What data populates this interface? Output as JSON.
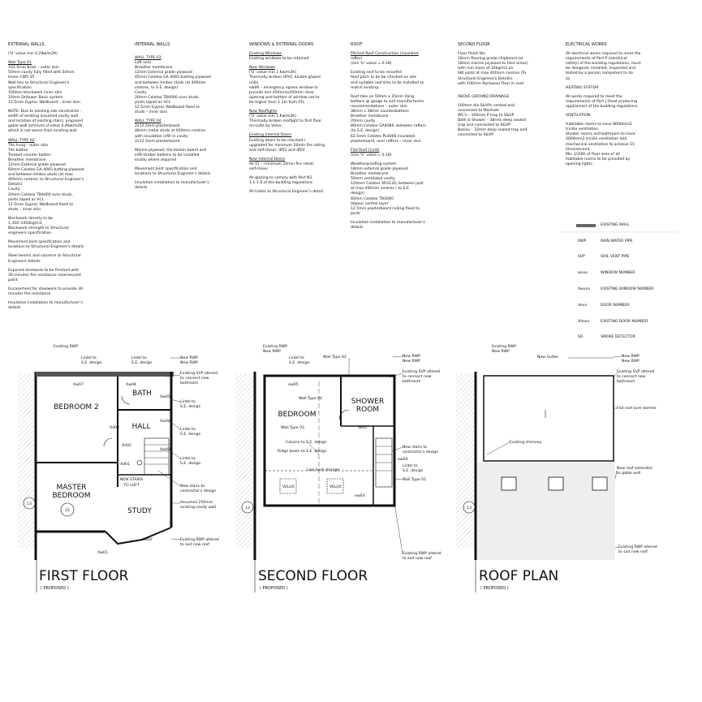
{
  "notes": {
    "external_walls": {
      "heading": "EXTERNAL WALLS",
      "subheading": "('U' value min 0.28w/m2K)",
      "wt01_title": "Wall Type 01",
      "wt01_lines": [
        "102.5mm brick – outer skin",
        "50mm cavity fully filled with 50mm",
        "Iniver CW5 35",
        "Wall ties to Structural Engineer's",
        "specification",
        "100mm blockwork inner skin",
        "10mm Dritywer Basic system",
        "12.5mm Gyproc Wallboard – inner skin"
      ],
      "note_lines": [
        "NOTE: Due to existing site constraints –",
        "width of existing assumed cavity wall",
        "and location of existing stairs, proposed",
        "gable wall achieves U-value 0.46w/m2K,",
        "which is not worse than existing wall"
      ],
      "wt02_title": "WALL TYPE 02",
      "wt02_lines": [
        "Tile hung – outer skin",
        "Tile batten",
        "Treated counter batten",
        "Breather membrane",
        "12mm External grade plywood",
        "60mm Celotex GA 4065 butting plywood",
        "and between timber studs (at max",
        "400mm centres, to Structural Engineer's",
        "Details)",
        "Cavity",
        "20mm Celotex TB4000 over studs,",
        "joints taped as VCL",
        "12.5mm Gyproc Wallboard fixed to",
        "studs – inner skin"
      ],
      "blockwork_lines": [
        "Blockwork density to be",
        "1,350–1450kg/m3",
        "Blockwork strength to Structural",
        "engineers specification."
      ],
      "movement_lines": [
        "Movement Joint specification and",
        "locations to Structural Engineer's details"
      ],
      "steel_lines": [
        "Steel beams and columns to Structural",
        "Engineers details"
      ],
      "exposed_lines": [
        "Exposed steelwork to be finished with",
        "30 minutes fire resistance intumescent",
        "paint"
      ],
      "encasement_lines": [
        "Encasement for steelwork to provide 30",
        "minutes fire resistance"
      ],
      "insulation_lines": [
        "Insulation installation to manufacturer's",
        "details"
      ]
    },
    "internal_walls": {
      "heading": "INTERNAL WALLS",
      "wt03_title": "WALL TYPE 03",
      "wt03_lines": [
        "Loft void",
        "Breather membrane",
        "12mm External grade plywood",
        "45mm Celotex GA 4065 butting plywood",
        "and between timber studs (at 400mm",
        "centres, to S.E. design)",
        "Cavity",
        "20mm Celotex TB4000 over studs,",
        "joints taped as VCL",
        "12.5mm Gyproc Wallboard fixed to",
        "studs – inner skin"
      ],
      "wt04_title": "WALL TYPE 04",
      "wt04_lines": [
        "2x12.5mm plasterboard",
        "48mm metal studs at 600mm centres",
        "with insulation infill in cavity",
        "2x12.5mm plasterboard"
      ],
      "marine_lines": [
        "Marine plywood, tile backer board and",
        "infill timber battens to be installed",
        "locally where required"
      ],
      "movement_lines": [
        "Movement Joint specification and",
        "locations to Structural Engineer's details"
      ],
      "insulation_lines": [
        "Insulation installation to manufacturer's",
        "details"
      ]
    },
    "windows": {
      "heading": "WINDOWS & EXTERNAL DOORS",
      "existing_title": "Existing Windows",
      "existing_lines": [
        "Existing windows to be retained"
      ],
      "new_title": "New Windows",
      "new_lines": [
        "('U' value min 1.6w/m2K)",
        "Thermally broken UPVC double glazed",
        "units",
        "ew06 – emergency egress window to",
        "provide min.450mmx450mm clear",
        "opening and bottom of window not to",
        "be higher than 1.1m from FFL"
      ],
      "roof_title": "New Rooflights",
      "roof_lines": [
        "('U' value min 1.6w/m2K)",
        "Thermally broken rooflight to first floor",
        "en-suite by Velux"
      ],
      "int_title": "Existing Internal Doors",
      "int_lines": [
        "Existing doors to be checked /",
        "upgraded for minimum 20min fire rating",
        "and self-closer: df01 and df03"
      ],
      "newdoor_title": "New Internal Doors",
      "newdoor_lines": [
        "dx 01 – minimum 20min fire rated,",
        "self-closer"
      ],
      "glazing_lines": [
        "All glazing to comply with Part N1",
        "1.1-1.6 of the building regulations"
      ],
      "lintels_lines": [
        "All lintels to Structural Engineer's detail"
      ]
    },
    "roof": {
      "heading": "ROOF",
      "pitched_title": "Pitched Roof Construction (insulated",
      "pitched_title2": "rafter)",
      "pitched_u": "(min 'U' value = 0.18)",
      "pitched_lines": [
        "Existing roof to be reroofed",
        "Roof pitch to be be checked on site",
        "and suitable roof tiles to be installed to",
        "match existing"
      ],
      "tile_lines": [
        "Roof tiles on 50mm x 25mm tiling",
        "battens @ gauge to suit manufacturers",
        "recommendations – outer skin",
        "38mm x 38mm counterbattens",
        "Breather membrane",
        "20mm cavity",
        "80mm Celotex GA4080, between rafters",
        "(to S.E. design)",
        "62.5mm Celotex PL4000 insulated",
        "plasterboard, over rafters – inner skin"
      ],
      "flat_title": "Flat Roof (Cold)",
      "flat_u": "(min 'U' value = 0.18)",
      "flat_lines": [
        "Weatherproofing system",
        "18mm external grade plywood",
        "Breather membrane",
        "50mm ventilated cavity",
        "120mm Celotex XR3120, between joist",
        "at max.400mm centres ( to S.E.",
        "design)",
        "40mm Celotex TB3040",
        "Vapour control layer",
        "12.5mm plasterboard ceiling fixed to",
        "joists"
      ],
      "insulation_lines": [
        "Insulation installation to manufacturer's",
        "details"
      ]
    },
    "second_floor": {
      "heading": "SECOND FLOOR",
      "lines": [
        "Floor finish tbc",
        "18mm flooring grade chipboard (or",
        "18mm marine plywood to tiled areas)",
        "with min mass of 10kg/m2 on",
        "SW joists at max 400mm centres (To",
        "Structural Engineer's Details)",
        "with 100mm Rockwool Flexi in void"
      ],
      "drainage_title": "ABOVE GROUND DRAINAGE",
      "drainage_lines": [
        "100mm dia S&VPs vented and",
        "connected to Manhole",
        "WC's – 100mm P trap to S&VP",
        "Bath & Shower – 38mm deep sealed",
        "trap and connected to S&VP",
        "Basins – 32mm deep sealed trap and",
        "connected to S&VP"
      ]
    },
    "electrical": {
      "heading": "ELECTRICAL WORKS",
      "lines": [
        "All electrical works required to meet the",
        "requirements of Part P (electrical",
        "safety) of the building regulations, must",
        "be designed, installed, inspected and",
        "tested by a person competent to do",
        "so."
      ],
      "heating_title": "HEATING SYSTEM",
      "heating_lines": [
        "All works required to meet the",
        "requirements of Part J (heat producing",
        "appliances) of the building regulations."
      ],
      "vent_title": "VENTILATION",
      "vent_lines": [
        "Habitable rooms to have 8000mm2",
        "trickle ventilation",
        "Shower rooms and bathroom to have",
        "4000mm2 trickle ventilation and",
        "mechanical ventilation to achieve 15",
        "litres/second.",
        "Min 1/20th of floor area of all",
        "habitable rooms to be provided by",
        "opening lights."
      ]
    }
  },
  "legend": [
    {
      "code": "",
      "label": "EXISTING WALL"
    },
    {
      "code": "RWP",
      "label": "RAIN WATER PIPE"
    },
    {
      "code": "SVP",
      "label": "SOIL VENT PIPE"
    },
    {
      "code": "wxxx",
      "label": "WINDOW NUMBER"
    },
    {
      "code": "Xwxxx",
      "label": "EXISTING WINDOW NUMBER"
    },
    {
      "code": "dxxx",
      "label": "DOOR NUMBER"
    },
    {
      "code": "Xdxxx",
      "label": "EXISTING DOOR NUMBER"
    },
    {
      "code": "SD",
      "label": "SMOKE DETECTOR"
    }
  ],
  "plans": {
    "first": {
      "title": "FIRST FLOOR",
      "subtitle": "( PROPOSED )",
      "rooms": {
        "bed2": "BEDROOM 2",
        "bath": "BATH",
        "hall": "HALL",
        "master1": "MASTER",
        "master2": "BEDROOM",
        "study": "STUDY",
        "stairs1": "NEW STAIRS",
        "stairs2": "TO LOFT"
      },
      "grid": "13",
      "marker": "15",
      "labels": {
        "xw07": "Xw07",
        "xw08": "Xw08",
        "xw05": "Xw05",
        "xd03": "Xd03",
        "xw04": "Xw04",
        "xd02": "Xd02",
        "xw03": "Xw03",
        "xd01": "Xd01",
        "xw02": "Xw02",
        "xw01": "Xw01",
        "lintel1a": "Lintel to",
        "lintel1b": "S.E. design",
        "lintel2a": "Lintel to",
        "lintel2b": "S.E. design",
        "newrwp": "New RWP",
        "svpa": "Existing SVP altered",
        "svpb": "to connect new",
        "svpc": "bathroom",
        "lintel3a": "Lintel to",
        "lintel3b": "S.E. design",
        "lintel4a": "Lintel to",
        "lintel4b": "S.E. design",
        "lintel5a": "Lintel to",
        "lintel5b": "S.E. design",
        "stairsa": "New stairs to",
        "stairsb": "contractor's design",
        "cavitya": "Assumed 250mm",
        "cavityb": "existing cavity wall",
        "rwpalta": "Existing RWP altered",
        "rwpaltb": "to suit new roof",
        "existrwp": "Existing RWP"
      }
    },
    "second": {
      "title": "SECOND FLOOR",
      "subtitle": "( PROPOSED )",
      "rooms": {
        "bed": "BEDROOM",
        "shower1": "SHOWER",
        "shower2": "ROOM"
      },
      "grid": "13",
      "labels": {
        "existrwp": "Existing RWP",
        "newrwp": "New RWP",
        "lintela": "Lintel to",
        "lintelb": "S.E. design",
        "wt02": "Wall Type 02",
        "newrwp2": "New RWP",
        "newrwp3": "New RWP",
        "svpa": "Existing SVP altered",
        "svpb": "to connect new",
        "svpc": "bathroom",
        "ew05": "ew05",
        "wt04": "Wall Type 04",
        "wt03": "Wall Type 03",
        "dx01": "dx01",
        "column": "Column to S.E. design",
        "ridge": "Ridge beam to S.E. design",
        "lowlevel": "Low level storage",
        "stairsa": "New stairs to",
        "stairsb": "contractor's design",
        "ew04": "ew04",
        "lintel2a": "Lintel to",
        "lintel2b": "S.E. design",
        "wt01": "Wall Type 01",
        "ew03": "ew03",
        "rwpalta": "Existing RWP altered",
        "rwpaltb": "to suit new roof",
        "velux1": "VELUX",
        "velux2": "VELUX"
      }
    },
    "roof": {
      "title": "ROOF PLAN",
      "subtitle": "( PROPOSED )",
      "grid": "13",
      "labels": {
        "existrwp": "Existing RWP",
        "newrwp": "New RWP",
        "gutter": "New Gutter",
        "newrwp2": "New RWP",
        "newrwp3": "New RWP",
        "svpa": "Existing SVP altered",
        "svpb": "to connect new",
        "svpc": "bathroom",
        "flat": "Flat roof over dormer",
        "chimney": "Existing chimney",
        "extenda": "New roof extended",
        "extendb": "to gable wall",
        "rwpalta": "Existing RWP altered",
        "rwpaltb": "to suit new roof"
      }
    }
  }
}
